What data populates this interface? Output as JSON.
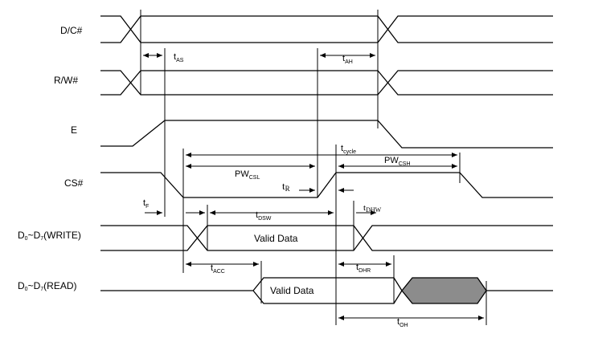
{
  "signals": [
    {
      "id": "dc",
      "label": "D/C#"
    },
    {
      "id": "rw",
      "label": "R/W#"
    },
    {
      "id": "e",
      "label": "E"
    },
    {
      "id": "cs",
      "label": "CS#"
    },
    {
      "id": "dw",
      "label": "D",
      "sub0": "0",
      "mid": "~D",
      "sub7": "7",
      "suffix": "(WRITE)"
    },
    {
      "id": "dr",
      "label": "D",
      "sub0": "0",
      "mid": "~D",
      "sub7": "7",
      "suffix": "(READ)"
    }
  ],
  "timings": {
    "tAS": {
      "main": "t",
      "sub": "AS"
    },
    "tAH": {
      "main": "t",
      "sub": "AH"
    },
    "tcycle": {
      "main": "t",
      "sub": "cycle"
    },
    "PWCSL": {
      "main": "PW",
      "sub": "CSL"
    },
    "PWCSH": {
      "main": "PW",
      "sub": "CSH"
    },
    "tR": {
      "main": "t",
      "sub": "R"
    },
    "tF": {
      "main": "t",
      "sub": "F"
    },
    "tDSW": {
      "main": "t",
      "sub": "DSW"
    },
    "tDHW": {
      "main": "t",
      "sub": "DHW"
    },
    "tACC": {
      "main": "t",
      "sub": "ACC"
    },
    "tDHR": {
      "main": "t",
      "sub": "DHR"
    },
    "tOH": {
      "main": "t",
      "sub": "OH"
    }
  },
  "data_labels": {
    "write": "Valid Data",
    "read": "Valid Data"
  },
  "colors": {
    "line": "#000000",
    "hatch": "#8c8c8c",
    "background": "#ffffff"
  }
}
